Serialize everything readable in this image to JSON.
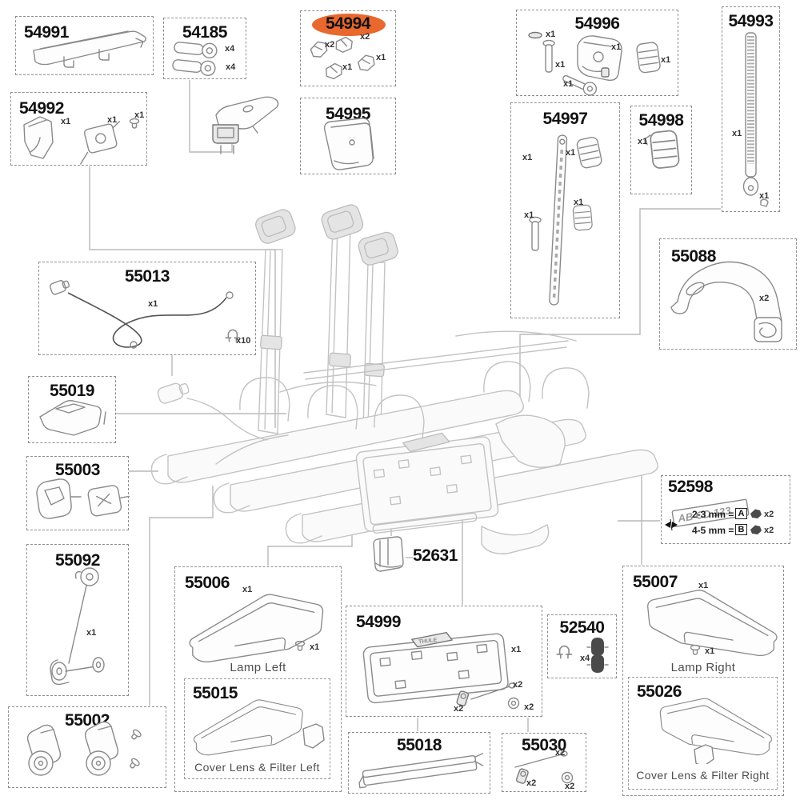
{
  "diagram": {
    "highlight_color": "#e8682e",
    "parts": {
      "54991": {
        "number": "54991"
      },
      "54185": {
        "number": "54185",
        "qty": [
          "x4",
          "x4"
        ]
      },
      "54994": {
        "number": "54994",
        "qty": [
          "x2",
          "x2",
          "x1",
          "x1"
        ],
        "highlighted": true
      },
      "54992": {
        "number": "54992",
        "qty": [
          "x1",
          "x1",
          "x1"
        ]
      },
      "54995": {
        "number": "54995"
      },
      "54996": {
        "number": "54996",
        "qty": [
          "x1",
          "x1",
          "x1",
          "x1",
          "x1"
        ]
      },
      "54993": {
        "number": "54993",
        "qty": [
          "x1",
          "x1"
        ]
      },
      "54997": {
        "number": "54997",
        "qty": [
          "x1",
          "x1",
          "x1",
          "x1"
        ]
      },
      "54998": {
        "number": "54998",
        "qty": [
          "x1"
        ]
      },
      "55088": {
        "number": "55088",
        "qty": [
          "x2"
        ]
      },
      "55013": {
        "number": "55013",
        "qty": [
          "x1",
          "x10"
        ]
      },
      "55019": {
        "number": "55019"
      },
      "55003": {
        "number": "55003"
      },
      "55092": {
        "number": "55092",
        "qty": [
          "x1"
        ]
      },
      "55002": {
        "number": "55002"
      },
      "55006": {
        "number": "55006",
        "qty": [
          "x1",
          "x1"
        ],
        "caption": "Lamp Left"
      },
      "55015": {
        "number": "55015",
        "caption": "Cover Lens & Filter Left"
      },
      "52631": {
        "number": "52631"
      },
      "54999": {
        "number": "54999",
        "qty": [
          "x1",
          "x2",
          "x2",
          "x2"
        ],
        "logo": "THULE"
      },
      "52540": {
        "number": "52540",
        "qty": [
          "x4"
        ]
      },
      "55018": {
        "number": "55018"
      },
      "55030": {
        "number": "55030",
        "qty": [
          "x2",
          "x2",
          "x2"
        ]
      },
      "52598": {
        "number": "52598",
        "plate_text": "AB CD 123",
        "rows": [
          {
            "range": "2-3 mm =",
            "letter": "A",
            "qty": "x2"
          },
          {
            "range": "4-5 mm =",
            "letter": "B",
            "qty": "x2"
          }
        ]
      },
      "55007": {
        "number": "55007",
        "qty": [
          "x1",
          "x1"
        ],
        "caption": "Lamp Right"
      },
      "55026": {
        "number": "55026",
        "caption": "Cover Lens & Filter Right"
      }
    }
  }
}
